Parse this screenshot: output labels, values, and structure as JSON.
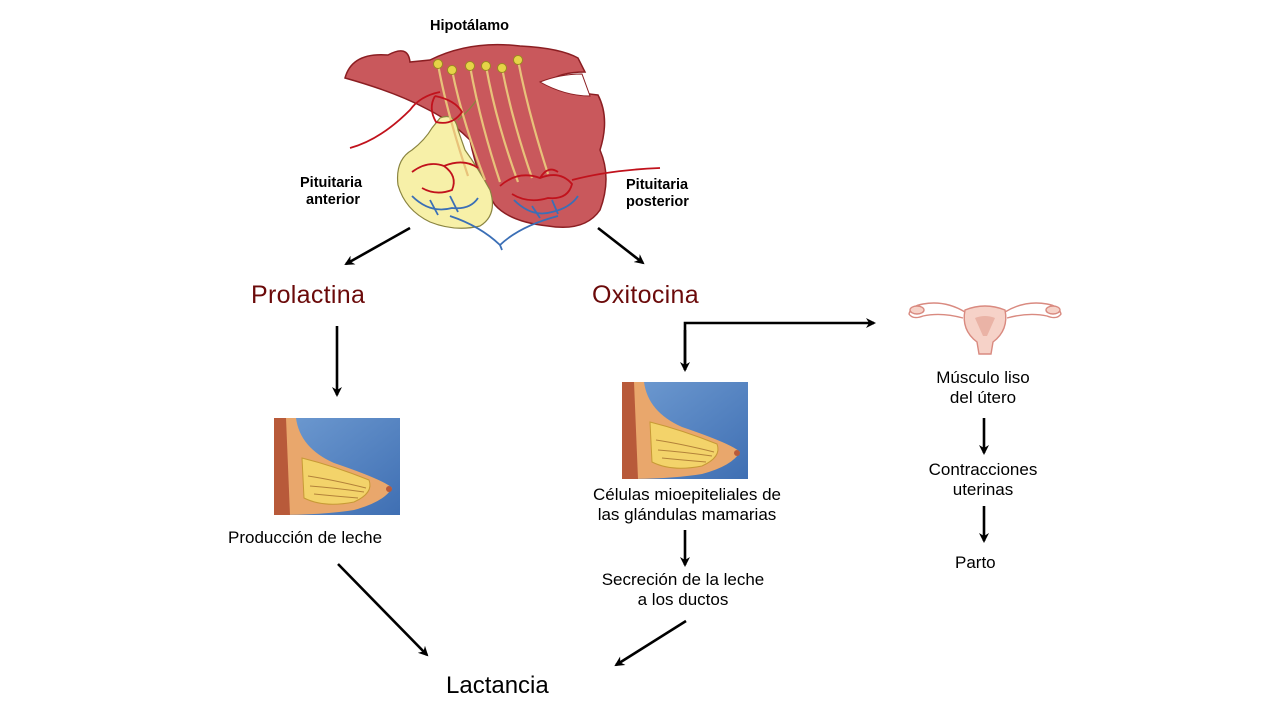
{
  "anatomy": {
    "hypothalamus": "Hipotálamo",
    "anterior_pituitary": [
      "Pituitaria",
      "anterior"
    ],
    "posterior_pituitary": [
      "Pituitaria",
      "posterior"
    ]
  },
  "hormones": {
    "left": "Prolactina",
    "right": "Oxitocina"
  },
  "left_path": {
    "effect": "Producción de leche"
  },
  "middle_path": {
    "effect": [
      "Células mioepiteliales de",
      "las glándulas mamarias"
    ],
    "result": [
      "Secreción de la leche",
      "a los ductos"
    ]
  },
  "right_path": {
    "target": [
      "Músculo liso",
      "del útero"
    ],
    "effect": [
      "Contracciones",
      "uterinas"
    ],
    "result": "Parto"
  },
  "outcome": "Lactancia",
  "colors": {
    "hormone_text": "#6b0a0a",
    "arrow": "#000000",
    "hypothalamus_fill": "#c9585c",
    "anterior_fill": "#f7f0a8"
  }
}
